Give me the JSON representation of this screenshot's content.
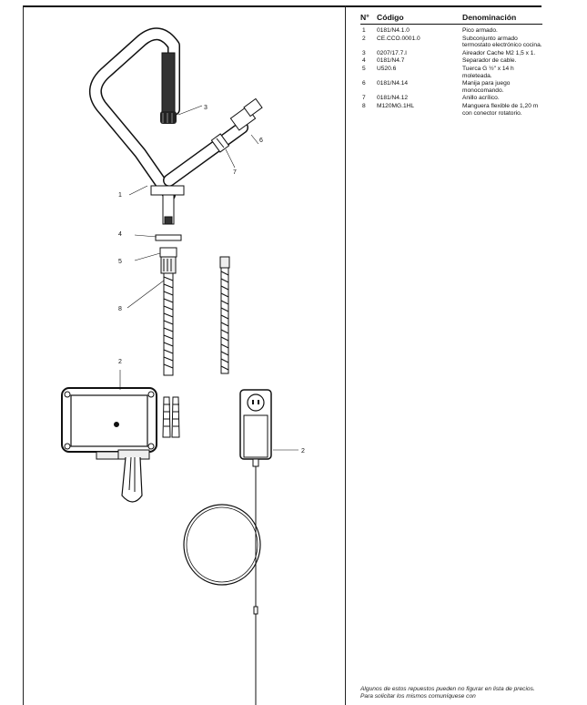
{
  "callouts": {
    "c1": "1",
    "c2a": "2",
    "c2b": "2",
    "c3": "3",
    "c4": "4",
    "c5": "5",
    "c6": "6",
    "c7": "7",
    "c8": "8"
  },
  "table": {
    "headers": {
      "num": "N°",
      "code": "Código",
      "den": "Denominación"
    },
    "rows": [
      {
        "num": "1",
        "code": "0181/N4.1.0",
        "den": "Pico armado."
      },
      {
        "num": "2",
        "code": "CE.CCO.0001.0",
        "den": "Subconjunto armado termostato electrónico cocina."
      },
      {
        "num": "3",
        "code": "0207/17.7.I",
        "den": "Aireador Cache M2 1,5 x 1."
      },
      {
        "num": "4",
        "code": "0181/N4.7",
        "den": "Separador de cable."
      },
      {
        "num": "5",
        "code": "U520.6",
        "den": "Tuerca G ½\" x 14 h moleteada."
      },
      {
        "num": "6",
        "code": "0181/N4.14",
        "den": "Manija para juego monocomando."
      },
      {
        "num": "7",
        "code": "0181/N4.12",
        "den": "Anillo acrílico."
      },
      {
        "num": "8",
        "code": "M120MG.1HL",
        "den": "Manguera flexible de 1,20 m con conector rotatorio."
      }
    ]
  },
  "footnote": "Algunos de estos repuestos pueden no figurar en lista de precios. Para solicitar los mismos comuníquese con"
}
